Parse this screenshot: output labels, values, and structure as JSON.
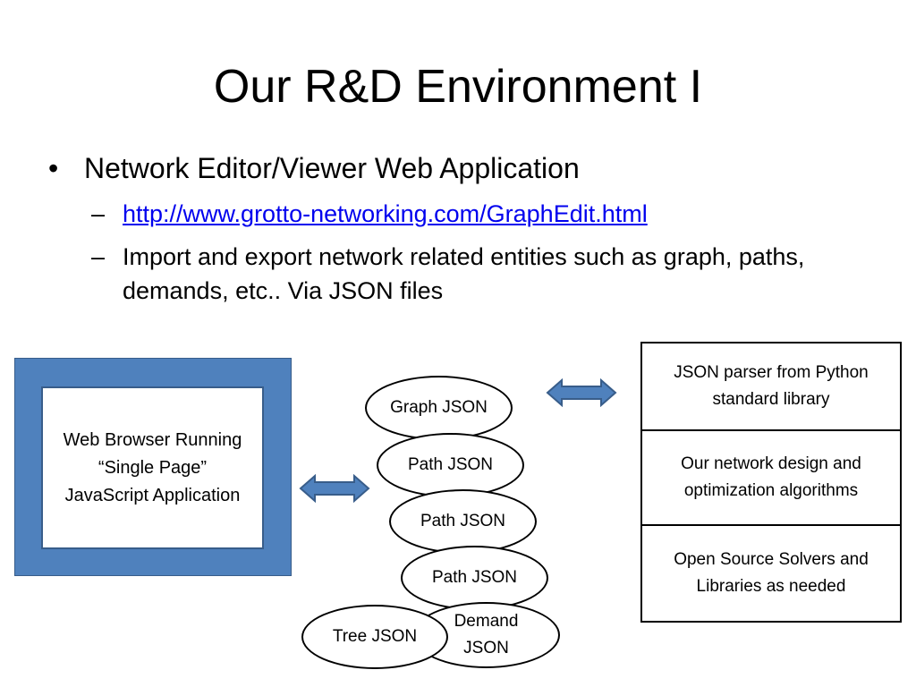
{
  "slide": {
    "title": "Our R&D Environment I",
    "bullet": {
      "marker": "•",
      "text": "Network Editor/Viewer Web Application",
      "subbullets": [
        {
          "marker": "–",
          "text": "http://www.grotto-networking.com/GraphEdit.html",
          "is_link": true
        },
        {
          "marker": "–",
          "text": "Import and export network related entities such as graph, paths, demands, etc.. Via JSON files"
        }
      ]
    }
  },
  "diagram": {
    "browser_label": "Web Browser Running “Single Page” JavaScript Application",
    "json_items": [
      {
        "label": "Graph JSON"
      },
      {
        "label": "Path JSON"
      },
      {
        "label": "Path JSON"
      },
      {
        "label": "Path JSON"
      },
      {
        "label": "Demand JSON"
      },
      {
        "label": "Tree JSON"
      }
    ],
    "server_stack": [
      {
        "label": "JSON parser from Python standard library"
      },
      {
        "label": "Our network design and optimization algorithms"
      },
      {
        "label": "Open Source Solvers and Libraries as needed"
      }
    ],
    "colors": {
      "frame_fill": "#4f81bd",
      "frame_border": "#385d8a",
      "link": "#0000ee"
    }
  }
}
